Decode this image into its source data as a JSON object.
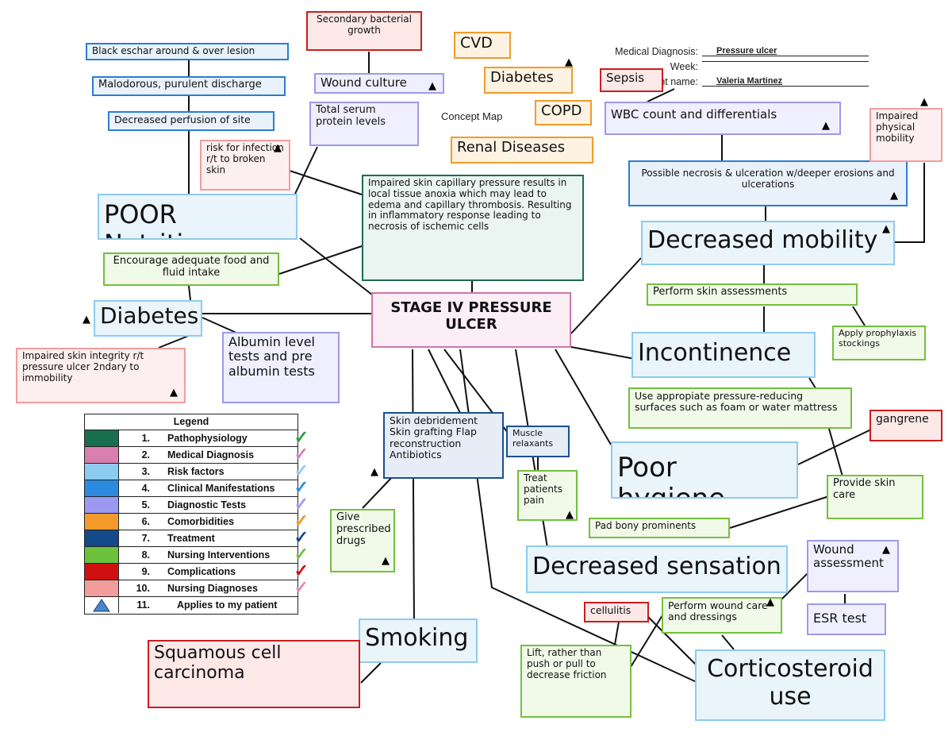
{
  "header": {
    "medical_diagnosis_label": "Medical Diagnosis:",
    "medical_diagnosis_value": "Pressure ulcer",
    "week_label": "Week:",
    "week_value": "",
    "student_label": "Student name:",
    "student_value": "Valeria Martinez",
    "concept_map_title": "Concept Map"
  },
  "nodes": {
    "central": "STAGE IV PRESSURE ULCER",
    "patho": "Impaired skin capillary pressure results in local tissue anoxia which may lead to edema and capillary thrombosis. Resulting in inflammatory response leading to necrosis of ischemic cells",
    "poor_nutrition": "POOR Nutrition",
    "diabetes_risk": "Diabetes",
    "decreased_mobility": "Decreased mobility",
    "incontinence": "Incontinence",
    "poor_hygiene": "Poor hygiene",
    "decreased_sensation": "Decreased sensation",
    "smoking": "Smoking",
    "corticosteroid": "Corticosteroid use",
    "black_eschar": "Black eschar around & over lesion",
    "malodorous": "Malodorous, purulent discharge",
    "decreased_perfusion": "Decreased perfusion of site",
    "possible_necrosis": "Possible necrosis & ulceration w/deeper erosions and ulcerations",
    "wound_culture": "Wound culture",
    "total_serum": "Total serum protein levels",
    "wbc": "WBC count and differentials",
    "albumin": "Albumin level tests and pre albumin tests",
    "wound_assessment": "Wound assessment",
    "esr": "ESR test",
    "cvd": "CVD",
    "diabetes_comor": "Diabetes",
    "copd": "COPD",
    "renal": "Renal Diseases",
    "skin_debridement": "Skin debridement Skin grafting Flap reconstruction Antibiotics",
    "muscle_relaxants": "Muscle relaxants",
    "encourage_food": "Encourage adequate food and fluid intake",
    "perform_skin": "Perform skin assessments",
    "apply_stockings": "Apply prophylaxis stockings",
    "pressure_reducing": "Use appropiate pressure-reducing surfaces such as foam or water mattress",
    "provide_skin_care": "Provide skin care",
    "pad_bony": "Pad bony prominents",
    "treat_pain": "Treat patients pain",
    "give_drugs": "Give prescribed drugs",
    "wound_care": "Perform wound care and dressings",
    "lift": "Lift, rather than push or pull to decrease friction",
    "secondary_bacterial": "Secondary bacterial growth",
    "sepsis": "Sepsis",
    "gangrene": "gangrene",
    "cellulitis": "cellulitis",
    "squamous": "Squamous cell carcinoma",
    "risk_infection": "risk for infection r/t to broken skin",
    "impaired_skin": "Impaired skin integrity r/t pressure ulcer 2ndary to immobility",
    "impaired_mobility": "Impaired physical mobility"
  },
  "legend": {
    "title": "Legend",
    "items": [
      {
        "num": "1.",
        "label": "Pathophysiology",
        "color": "#1a6e50",
        "check": "#2a9a3a"
      },
      {
        "num": "2.",
        "label": "Medical Diagnosis",
        "color": "#d97fb0",
        "check": "#d97fb0"
      },
      {
        "num": "3.",
        "label": "Risk factors",
        "color": "#8ecbf0",
        "check": "#8ecbf0"
      },
      {
        "num": "4.",
        "label": "Clinical Manifestations",
        "color": "#2a8be0",
        "check": "#2a8be0"
      },
      {
        "num": "5.",
        "label": "Diagnostic Tests",
        "color": "#9d99f0",
        "check": "#9d99f0"
      },
      {
        "num": "6.",
        "label": "Comorbidities",
        "color": "#f39a2a",
        "check": "#f39a2a"
      },
      {
        "num": "7.",
        "label": "Treatment",
        "color": "#154a8a",
        "check": "#154a8a"
      },
      {
        "num": "8.",
        "label": "Nursing Interventions",
        "color": "#6cc23a",
        "check": "#6cc23a"
      },
      {
        "num": "9.",
        "label": "Complications",
        "color": "#d01010",
        "check": "#d01010"
      },
      {
        "num": "10.",
        "label": "Nursing Diagnoses",
        "color": "#f29c9c",
        "check": "#e08ac0"
      },
      {
        "num": "11.",
        "label": "Applies to my patient",
        "color": "#ffffff",
        "check": ""
      }
    ],
    "applies_icon": "triangle-icon"
  }
}
